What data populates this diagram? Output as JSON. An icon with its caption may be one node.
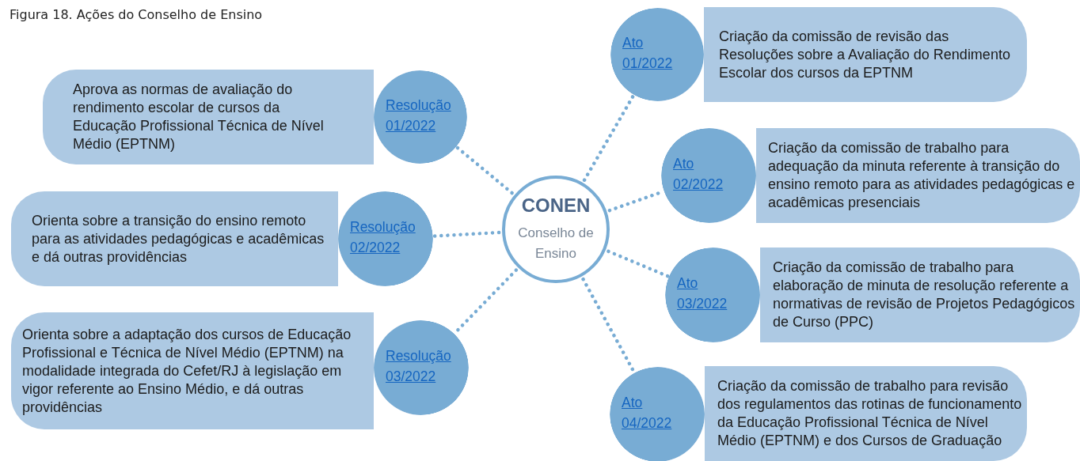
{
  "diagram": {
    "title": "Figura 18. Ações do Conselho de Ensino",
    "nodes": [
      {
        "text": [
          "CONEN",
          "Conselho de Ensino"
        ]
      },
      {
        "text": [
          "Aprova as normas de avaliação do rendimento escolar de cursos da Educação Profissional Técnica de Nível Médio (EPTNM)"
        ]
      },
      {
        "text": [
          "Resolução 01/2022"
        ]
      },
      {
        "text": [
          "Orienta sobre a transição do ensino remoto para as atividades pedagógicas e acadêmicas e dá outras providências"
        ]
      },
      {
        "text": [
          "Resolução 02/2022"
        ]
      },
      {
        "text": [
          "Orienta sobre a adaptação dos cursos de Educação Profissional e Técnica de Nível Médio (EPTNM) na modalidade integrada do Cefet/RJ à legislação em vigor referente ao Ensino Médio, e dá outras providências"
        ]
      },
      {
        "text": [
          "Resolução 03/2022"
        ]
      },
      {
        "text": [
          "Criação da comissão de revisão das Resoluções sobre a Avaliação do Rendimento Escolar dos cursos da EPTNM"
        ]
      },
      {
        "text": [
          "Ato 01/2022"
        ]
      },
      {
        "text": [
          "Criação da comissão de trabalho para adequação da minuta referente à transição do ensino remoto para as atividades pedagógicas e acadêmicas presenciais"
        ]
      },
      {
        "text": [
          "Ato 02/2022"
        ]
      },
      {
        "text": [
          "Criação da comissão de trabalho para elaboração de minuta de resolução referente a normativas de revisão de Projetos Pedagógicos de Curso (PPC)"
        ]
      },
      {
        "text": [
          "Ato 03/2022"
        ]
      },
      {
        "text": [
          "Criação da comissão de trabalho para revisão dos regulamentos das rotinas de funcionamento da Educação Profissional Técnica de Nível Médio (EPTNM) e dos Cursos de Graduação"
        ]
      },
      {
        "text": [
          "Ato 04/2022"
        ]
      }
    ],
    "edges": [
      {
        "from": 0,
        "to": 2,
        "arrow": "none",
        "style": "dashed"
      },
      {
        "from": 0,
        "to": 4,
        "arrow": "none",
        "style": "dashed"
      },
      {
        "from": 0,
        "to": 6,
        "arrow": "none",
        "style": "dashed"
      },
      {
        "from": 0,
        "to": 8,
        "arrow": "none",
        "style": "dashed"
      },
      {
        "from": 0,
        "to": 10,
        "arrow": "none",
        "style": "dashed"
      },
      {
        "from": 0,
        "to": 12,
        "arrow": "none",
        "style": "dashed"
      },
      {
        "from": 0,
        "to": 14,
        "arrow": "none",
        "style": "dashed"
      }
    ]
  }
}
